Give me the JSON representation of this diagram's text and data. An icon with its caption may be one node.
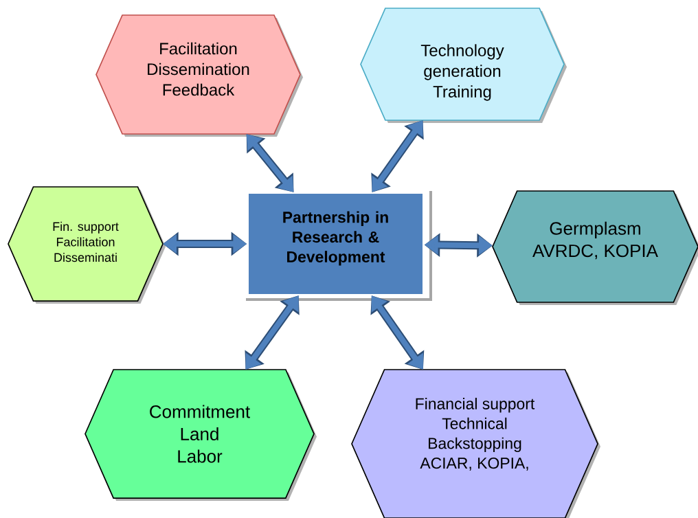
{
  "diagram": {
    "nodes": [
      {
        "text": [
          "Facilitation",
          "Dissemination",
          "Feedback"
        ]
      },
      {
        "text": [
          "Technology",
          "generation",
          "Training"
        ]
      },
      {
        "text": [
          "Fin. support",
          "Facilitation",
          "Disseminati"
        ]
      },
      {
        "text": [
          "Partnership in Research & Development"
        ]
      },
      {
        "text": [
          "Germplasm",
          "AVRDC, KOPIA"
        ]
      },
      {
        "text": [
          "Commitment",
          "Land",
          "Labor"
        ]
      },
      {
        "text": [
          "Financial support",
          "Technical",
          "Backstopping",
          "ACIAR, KOPIA,"
        ]
      }
    ],
    "edges": [
      {
        "from": 3,
        "to": 0,
        "arrow": "both"
      },
      {
        "from": 3,
        "to": 1,
        "arrow": "both"
      },
      {
        "from": 3,
        "to": 2,
        "arrow": "both"
      },
      {
        "from": 3,
        "to": 4,
        "arrow": "both"
      },
      {
        "from": 3,
        "to": 5,
        "arrow": "both"
      },
      {
        "from": 3,
        "to": 6,
        "arrow": "both"
      }
    ]
  }
}
